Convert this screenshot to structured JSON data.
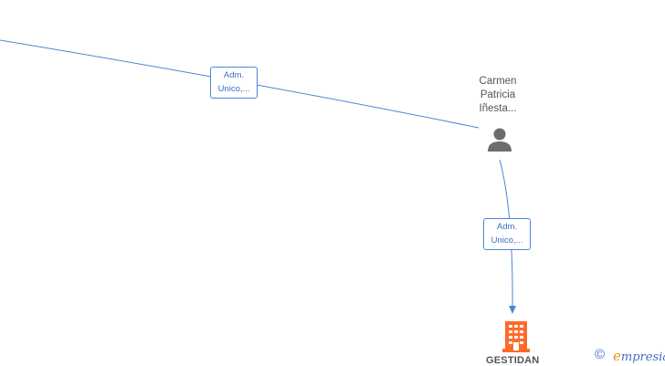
{
  "colors": {
    "edge": "#4a86d8",
    "person_icon": "#6d6d6d",
    "company_icon": "#ff6a2c",
    "brand_accent": "#f28c1c"
  },
  "edges": [
    {
      "id": "edge-top",
      "label_line1": "Adm.",
      "label_line2": "Unico,..."
    },
    {
      "id": "edge-down",
      "label_line1": "Adm.",
      "label_line2": "Unico,..."
    }
  ],
  "person": {
    "line1": "Carmen",
    "line2": "Patricia",
    "line3": "Iñesta...",
    "icon": "person-icon"
  },
  "company": {
    "name": "GESTIDAN",
    "icon": "building-icon"
  },
  "brand": {
    "copyright": "©",
    "initial": "e",
    "rest": "mpresia"
  }
}
